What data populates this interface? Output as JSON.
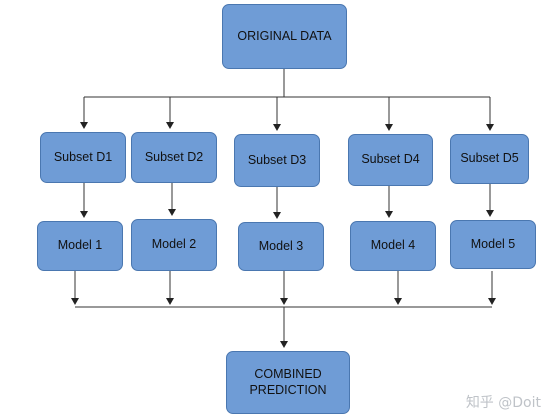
{
  "diagram": {
    "original": "ORIGINAL DATA",
    "subsets": [
      "Subset D1",
      "Subset D2",
      "Subset D3",
      "Subset D4",
      "Subset D5"
    ],
    "models": [
      "Model 1",
      "Model 2",
      "Model 3",
      "Model 4",
      "Model 5"
    ],
    "combined": "COMBINED\nPREDICTION",
    "colors": {
      "box_fill": "#6f9cd6",
      "box_border": "#4a77b0",
      "connector": "#333333"
    }
  },
  "watermark": {
    "text": "知乎 @Doit"
  }
}
